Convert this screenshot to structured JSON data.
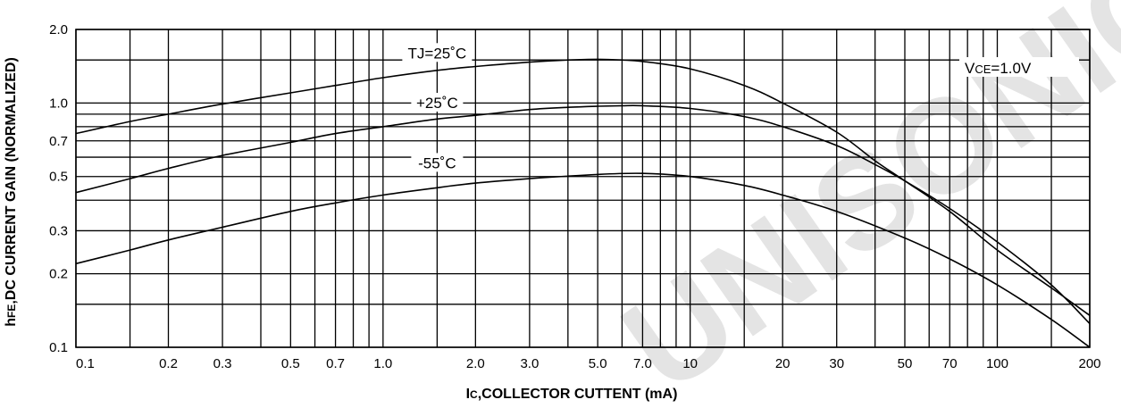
{
  "chart_data": {
    "type": "line",
    "x_scale": "log",
    "y_scale": "log",
    "xlim": [
      0.1,
      200
    ],
    "ylim": [
      0.1,
      2.0
    ],
    "grid": true,
    "xlabel": "Ic,COLLECTOR  CUTTENT (mA)",
    "ylabel": "hFE,DC CURRENT GAIN (NORMALIZED)",
    "x_tick_labels": [
      {
        "value": 0.1,
        "label": "0.1"
      },
      {
        "value": 0.2,
        "label": "0.2"
      },
      {
        "value": 0.3,
        "label": "0.3"
      },
      {
        "value": 0.5,
        "label": "0.5"
      },
      {
        "value": 0.7,
        "label": "0.7"
      },
      {
        "value": 1.0,
        "label": "1.0"
      },
      {
        "value": 2.0,
        "label": "2.0"
      },
      {
        "value": 3.0,
        "label": "3.0"
      },
      {
        "value": 5.0,
        "label": "5.0"
      },
      {
        "value": 7.0,
        "label": "7.0"
      },
      {
        "value": 10,
        "label": "10"
      },
      {
        "value": 20,
        "label": "20"
      },
      {
        "value": 30,
        "label": "30"
      },
      {
        "value": 50,
        "label": "50"
      },
      {
        "value": 70,
        "label": "70"
      },
      {
        "value": 100,
        "label": "100"
      },
      {
        "value": 200,
        "label": "200"
      }
    ],
    "y_tick_labels": [
      {
        "value": 0.1,
        "label": "0.1"
      },
      {
        "value": 0.2,
        "label": "0.2"
      },
      {
        "value": 0.3,
        "label": "0.3"
      },
      {
        "value": 0.5,
        "label": "0.5"
      },
      {
        "value": 0.7,
        "label": "0.7"
      },
      {
        "value": 1.0,
        "label": "1.0"
      },
      {
        "value": 2.0,
        "label": "2.0"
      }
    ],
    "x_grid": [
      0.1,
      0.15,
      0.2,
      0.3,
      0.4,
      0.5,
      0.6,
      0.7,
      0.8,
      0.9,
      1,
      1.5,
      2,
      3,
      4,
      5,
      6,
      7,
      8,
      9,
      10,
      15,
      20,
      30,
      40,
      50,
      60,
      70,
      80,
      90,
      100,
      150,
      200
    ],
    "y_grid": [
      0.1,
      0.15,
      0.2,
      0.3,
      0.4,
      0.5,
      0.6,
      0.7,
      0.8,
      0.9,
      1.0,
      1.5,
      2.0
    ],
    "series": [
      {
        "name": "TJ=25˚C",
        "label_at": {
          "x": 1.5,
          "y": 1.55
        },
        "points": [
          [
            0.1,
            0.75
          ],
          [
            0.15,
            0.84
          ],
          [
            0.2,
            0.9
          ],
          [
            0.3,
            0.99
          ],
          [
            0.5,
            1.1
          ],
          [
            0.7,
            1.18
          ],
          [
            1.0,
            1.27
          ],
          [
            1.5,
            1.36
          ],
          [
            2.0,
            1.41
          ],
          [
            3.0,
            1.47
          ],
          [
            4.0,
            1.5
          ],
          [
            5.0,
            1.51
          ],
          [
            6.0,
            1.5
          ],
          [
            7.0,
            1.48
          ],
          [
            10,
            1.38
          ],
          [
            15,
            1.18
          ],
          [
            20,
            1.0
          ],
          [
            30,
            0.76
          ],
          [
            40,
            0.58
          ],
          [
            50,
            0.48
          ],
          [
            70,
            0.36
          ],
          [
            100,
            0.25
          ],
          [
            150,
            0.175
          ],
          [
            200,
            0.135
          ]
        ]
      },
      {
        "name": "+25˚C",
        "label_at": {
          "x": 1.5,
          "y": 0.97
        },
        "points": [
          [
            0.1,
            0.43
          ],
          [
            0.15,
            0.49
          ],
          [
            0.2,
            0.54
          ],
          [
            0.3,
            0.61
          ],
          [
            0.5,
            0.69
          ],
          [
            0.7,
            0.75
          ],
          [
            1.0,
            0.8
          ],
          [
            1.5,
            0.86
          ],
          [
            2.0,
            0.89
          ],
          [
            3.0,
            0.94
          ],
          [
            4.0,
            0.96
          ],
          [
            5.0,
            0.97
          ],
          [
            6.0,
            0.975
          ],
          [
            7.0,
            0.975
          ],
          [
            10,
            0.95
          ],
          [
            15,
            0.88
          ],
          [
            20,
            0.8
          ],
          [
            30,
            0.67
          ],
          [
            40,
            0.56
          ],
          [
            50,
            0.48
          ],
          [
            70,
            0.37
          ],
          [
            100,
            0.27
          ],
          [
            150,
            0.18
          ],
          [
            200,
            0.125
          ]
        ]
      },
      {
        "name": "-55˚C",
        "label_at": {
          "x": 1.5,
          "y": 0.55
        },
        "points": [
          [
            0.1,
            0.22
          ],
          [
            0.15,
            0.25
          ],
          [
            0.2,
            0.275
          ],
          [
            0.3,
            0.31
          ],
          [
            0.5,
            0.36
          ],
          [
            0.7,
            0.39
          ],
          [
            1.0,
            0.42
          ],
          [
            1.5,
            0.45
          ],
          [
            2.0,
            0.47
          ],
          [
            3.0,
            0.49
          ],
          [
            5.0,
            0.51
          ],
          [
            7.0,
            0.515
          ],
          [
            10,
            0.5
          ],
          [
            15,
            0.46
          ],
          [
            20,
            0.42
          ],
          [
            30,
            0.36
          ],
          [
            50,
            0.28
          ],
          [
            70,
            0.23
          ],
          [
            100,
            0.18
          ],
          [
            150,
            0.13
          ],
          [
            200,
            0.1
          ]
        ]
      }
    ],
    "annotation": "VCE=1.0V"
  },
  "colors": {
    "line": "#000000",
    "grid": "#000000",
    "watermark": "#d9d9d9"
  }
}
